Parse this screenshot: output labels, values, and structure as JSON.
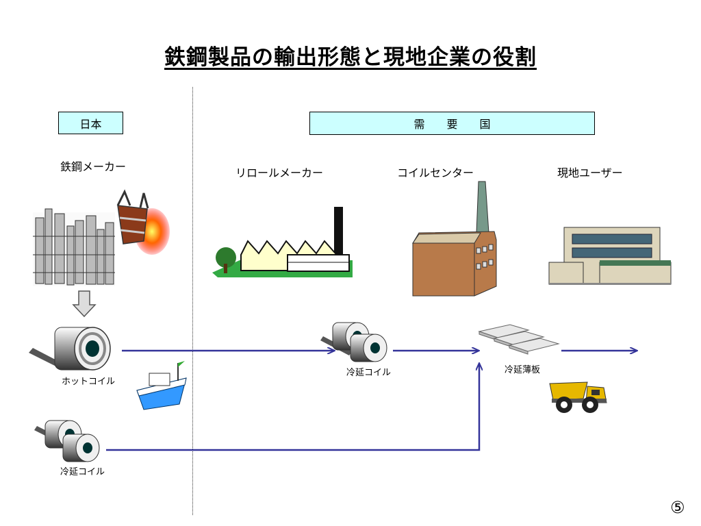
{
  "title": "鉄鋼製品の輸出形態と現地企業の役割",
  "regions": {
    "japan": "日本",
    "demand": "需　　要　　国"
  },
  "actors": {
    "steel_maker": "鉄鋼メーカー",
    "reroll_maker": "リロールメーカー",
    "coil_center": "コイルセンター",
    "local_user": "現地ユーザー"
  },
  "products": {
    "hot_coil": "ホットコイル",
    "cold_coil_japan": "冷延コイル",
    "cold_coil_reroll": "冷延コイル",
    "cold_sheet": "冷延薄板"
  },
  "page_number": "⑤",
  "colors": {
    "arrow": "#333399",
    "box_fill": "#ccffff"
  }
}
